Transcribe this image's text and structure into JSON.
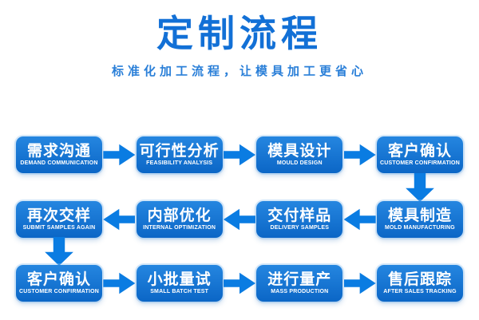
{
  "colors": {
    "title_blue": "#1270d6",
    "subtitle_blue": "#2a7fd8",
    "box_top": "#2586e0",
    "box_bottom": "#0b66c6",
    "arrow_blue": "#0a7ce2",
    "text_white": "#ffffff"
  },
  "header": {
    "title": "定制流程",
    "subtitle": "标准化加工流程，让模具加工更省心"
  },
  "flow": {
    "rows": [
      {
        "direction": "left-to-right",
        "boxes": [
          {
            "title": "需求沟通",
            "subtitle": "DEMAND COMMUNICATION"
          },
          {
            "title": "可行性分析",
            "subtitle": "FEASIBILITY ANALYSIS"
          },
          {
            "title": "模具设计",
            "subtitle": "MOULD DESIGN"
          },
          {
            "title": "客户确认",
            "subtitle": "CUSTOMER CONFIRMATION"
          }
        ]
      },
      {
        "direction": "right-to-left",
        "boxes": [
          {
            "title": "再次交样",
            "subtitle": "SUBMIT SAMPLES AGAIN"
          },
          {
            "title": "内部优化",
            "subtitle": "INTERNAL OPTIMIZATION"
          },
          {
            "title": "交付样品",
            "subtitle": "DELIVERY SAMPLES"
          },
          {
            "title": "模具制造",
            "subtitle": "MOLD MANUFACTURING"
          }
        ]
      },
      {
        "direction": "left-to-right",
        "boxes": [
          {
            "title": "客户确认",
            "subtitle": "CUSTOMER CONFIRMATION"
          },
          {
            "title": "小批量试",
            "subtitle": "SMALL BATCH TEST"
          },
          {
            "title": "进行量产",
            "subtitle": "MASS PRODUCTION"
          },
          {
            "title": "售后跟踪",
            "subtitle": "AFTER SALES TRACKING"
          }
        ]
      }
    ]
  }
}
